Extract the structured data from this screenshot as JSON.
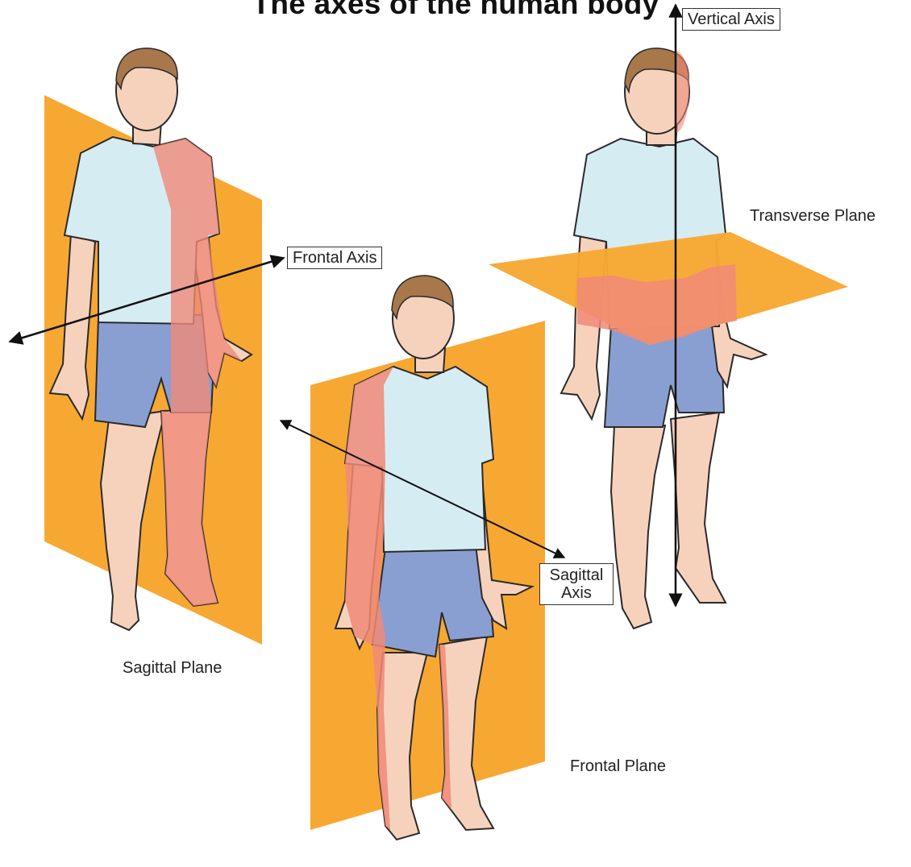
{
  "title": "The axes of the human body",
  "labels": {
    "vertical_axis": "Vertical Axis",
    "frontal_axis": "Frontal Axis",
    "sagittal_axis_line1": "Sagittal",
    "sagittal_axis_line2": "Axis",
    "transverse_plane": "Transverse Plane",
    "sagittal_plane": "Sagittal Plane",
    "frontal_plane": "Frontal Plane"
  },
  "colors": {
    "plane": "#F7A833",
    "plane_highlight": "#F08A78",
    "shirt": "#D6ECF3",
    "shorts": "#8A9FD1",
    "skin": "#F6D2BC",
    "hair": "#A8774A",
    "outline": "#2A2A2A",
    "arrow": "#111111"
  },
  "icons": {
    "arrow_head": "arrowhead"
  }
}
